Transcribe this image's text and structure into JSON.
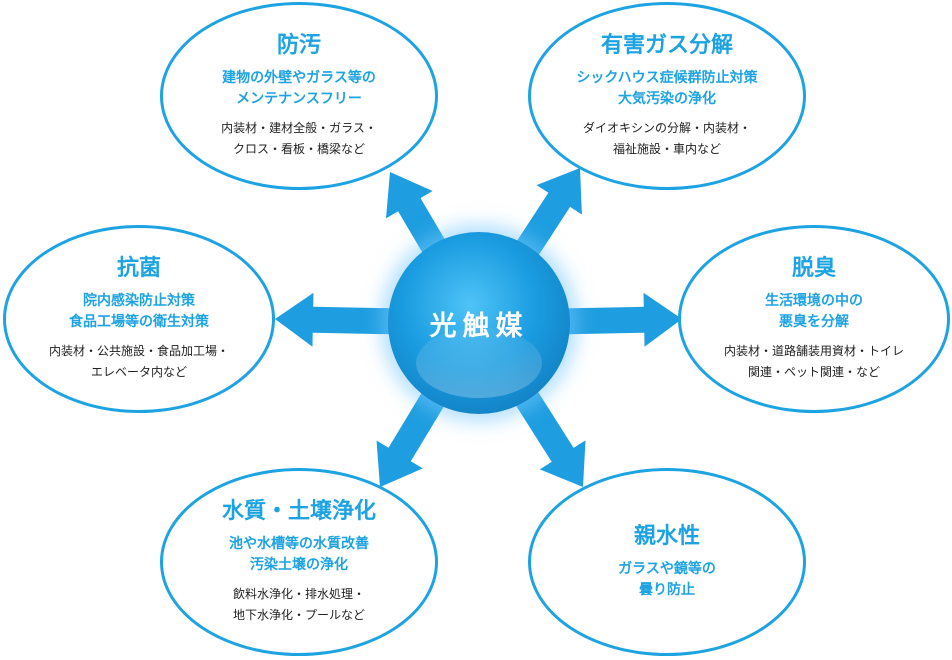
{
  "center": {
    "label": "光触媒"
  },
  "bubbles": [
    {
      "title": "防汚",
      "sub": [
        "建物の外壁やガラス等の",
        "メンテナンスフリー"
      ],
      "note": [
        "内装材・建材全般・ガラス・",
        "クロス・看板・橋梁など"
      ]
    },
    {
      "title": "有害ガス分解",
      "sub": [
        "シックハウス症候群防止対策",
        "大気汚染の浄化"
      ],
      "note": [
        "ダイオキシンの分解・内装材・",
        "福祉施設・車内など"
      ]
    },
    {
      "title": "抗菌",
      "sub": [
        "院内感染防止対策",
        "食品工場等の衛生対策"
      ],
      "note": [
        "内装材・公共施設・食品加工場・",
        "エレベータ内など"
      ]
    },
    {
      "title": "脱臭",
      "sub": [
        "生活環境の中の",
        "悪臭を分解"
      ],
      "note": [
        "内装材・道路舗装用資材・トイレ",
        "関連・ペット関連・など"
      ]
    },
    {
      "title": "水質・土壌浄化",
      "sub": [
        "池や水槽等の水質改善",
        "汚染土壌の浄化"
      ],
      "note": [
        "飲料水浄化・排水処理・",
        "地下水浄化・プールなど"
      ]
    },
    {
      "title": "親水性",
      "sub": [
        "ガラスや鏡等の",
        "曇り防止"
      ],
      "note": []
    }
  ],
  "colors": {
    "accent": "#1ea3e2",
    "arrow": "#1e9ee0",
    "text": "#222222"
  }
}
